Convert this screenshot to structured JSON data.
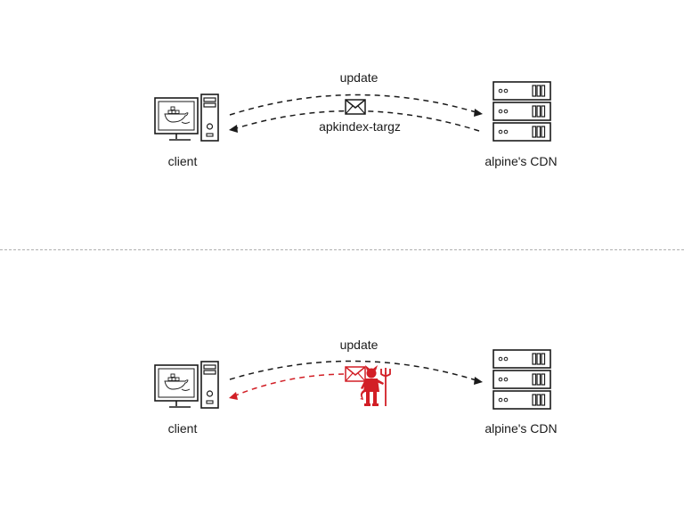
{
  "colors": {
    "line": "#1a1a1a",
    "attack": "#d21f26",
    "divider": "#b0b0b0"
  },
  "scenario_normal": {
    "client_label": "client",
    "server_label": "alpine's CDN",
    "request_label": "update",
    "response_label": "apkindex-targz",
    "request_icon": "envelope-icon"
  },
  "scenario_attack": {
    "client_label": "client",
    "server_label": "alpine's CDN",
    "request_label": "update",
    "attacker_icon": "devil-icon",
    "forged_message_icon": "envelope-icon"
  }
}
